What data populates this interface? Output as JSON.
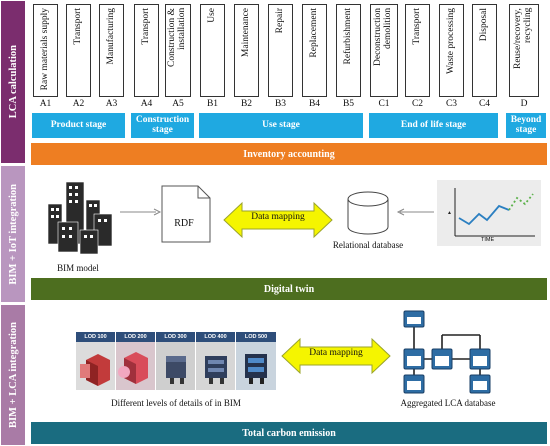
{
  "sidebar": {
    "lca": "LCA calculation",
    "iot": "BIM + IoT integration",
    "bim_lca": "BIM + LCA integration"
  },
  "stages": [
    {
      "code": "A1",
      "label": "Raw materials supply"
    },
    {
      "code": "A2",
      "label": "Transport"
    },
    {
      "code": "A3",
      "label": "Manufacturing"
    },
    {
      "code": "A4",
      "label": "Transport"
    },
    {
      "code": "A5",
      "label": "Construction & installation"
    },
    {
      "code": "B1",
      "label": "Use"
    },
    {
      "code": "B2",
      "label": "Maintenance"
    },
    {
      "code": "B3",
      "label": "Repair"
    },
    {
      "code": "B4",
      "label": "Replacement"
    },
    {
      "code": "B5",
      "label": "Refurbishment"
    },
    {
      "code": "C1",
      "label": "Deconstruction demolition"
    },
    {
      "code": "C2",
      "label": "Transport"
    },
    {
      "code": "C3",
      "label": "Waste processing"
    },
    {
      "code": "C4",
      "label": "Disposal"
    },
    {
      "code": "D",
      "label": "Reuse/recovery, recycling"
    }
  ],
  "stage_groups": [
    "Product stage",
    "Construction stage",
    "Use stage",
    "End of life stage",
    "Beyond stage"
  ],
  "bars": {
    "inventory": "Inventory accounting",
    "twin": "Digital twin",
    "carbon": "Total carbon emission"
  },
  "iot": {
    "bim_model": "BIM model",
    "rdf": "RDF",
    "mapping": "Data mapping",
    "database": "Relational database",
    "time_axis": "TIME"
  },
  "bimlca": {
    "lods": [
      "LOD 100",
      "LOD 200",
      "LOD 300",
      "LOD 400",
      "LOD 500"
    ],
    "levels_caption": "Different levels of details of in BIM",
    "mapping": "Data mapping",
    "aggregated": "Aggregated LCA database"
  },
  "colors": {
    "lca_side": "#7b2d6e",
    "iot_side": "#b996bf",
    "bimlca_side": "#a97ba6",
    "stage_blue": "#1fa9e1",
    "inventory_orange": "#ee7e22",
    "twin_green": "#4d6e1f",
    "carbon_teal": "#1a6c80",
    "mapping_yellow": "#f5f500",
    "db_blue": "#2e6da4"
  }
}
